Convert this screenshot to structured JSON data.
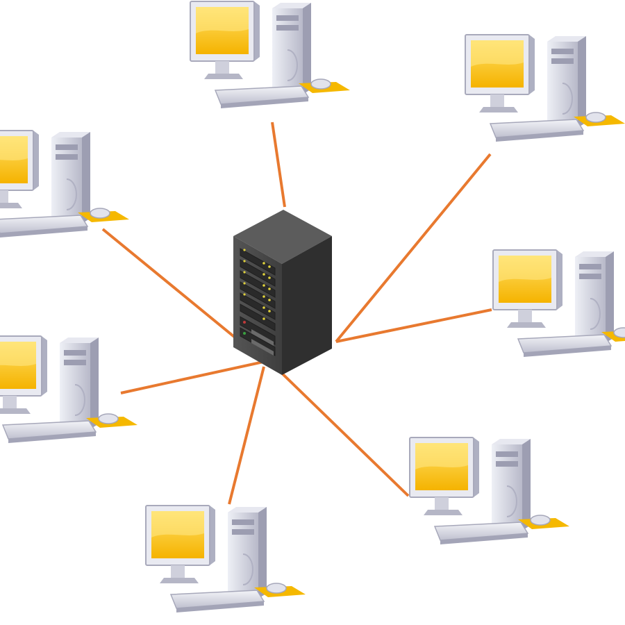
{
  "diagram": {
    "type": "star-network-topology",
    "center": {
      "kind": "server",
      "icon": "server-rack-icon"
    },
    "nodes": [
      {
        "id": "computer-top",
        "kind": "computer",
        "icon": "desktop-computer-icon"
      },
      {
        "id": "computer-top-right",
        "kind": "computer",
        "icon": "desktop-computer-icon"
      },
      {
        "id": "computer-right",
        "kind": "computer",
        "icon": "desktop-computer-icon"
      },
      {
        "id": "computer-bottom-right",
        "kind": "computer",
        "icon": "desktop-computer-icon"
      },
      {
        "id": "computer-bottom",
        "kind": "computer",
        "icon": "desktop-computer-icon"
      },
      {
        "id": "computer-left",
        "kind": "computer",
        "icon": "desktop-computer-icon"
      },
      {
        "id": "computer-top-left",
        "kind": "computer",
        "icon": "desktop-computer-icon"
      }
    ],
    "links": [
      {
        "from": "server",
        "to": "computer-top"
      },
      {
        "from": "server",
        "to": "computer-top-right"
      },
      {
        "from": "server",
        "to": "computer-right"
      },
      {
        "from": "server",
        "to": "computer-bottom-right"
      },
      {
        "from": "server",
        "to": "computer-bottom"
      },
      {
        "from": "server",
        "to": "computer-left"
      },
      {
        "from": "server",
        "to": "computer-top-left"
      }
    ],
    "colors": {
      "link": "#e8792f",
      "screen": "#fcc419",
      "screen_light": "#ffe066",
      "mousepad": "#f5b800",
      "case": "#d7d8e2",
      "case_dark": "#a9aabb",
      "server": "#4a4a4a",
      "server_side": "#2f2f2f",
      "server_led": "#e0d23c"
    }
  }
}
